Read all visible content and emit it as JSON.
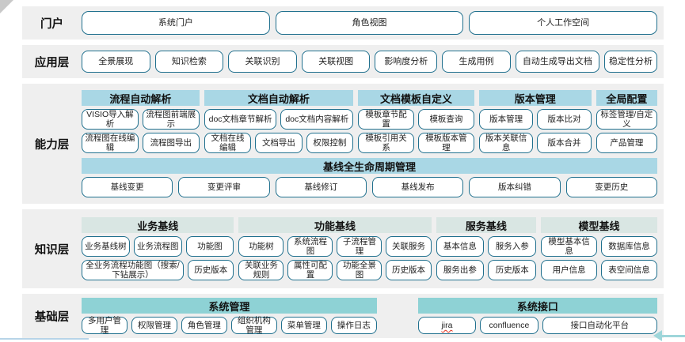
{
  "layers": {
    "portal": {
      "label": "门户",
      "buttons": [
        "系统门户",
        "角色视图",
        "个人工作空间"
      ]
    },
    "application": {
      "label": "应用层",
      "buttons": [
        "全景展现",
        "知识检索",
        "关联识别",
        "关联视图",
        "影响度分析",
        "生成用例",
        "自动生成导出文档",
        "稳定性分析"
      ]
    },
    "capability": {
      "label": "能力层",
      "groups": [
        {
          "title": "流程自动解析",
          "rows": [
            [
              "VISIO导入解析",
              "流程图前端展示"
            ],
            [
              "流程图在线编辑",
              "流程图导出"
            ]
          ]
        },
        {
          "title": "文档自动解析",
          "rows": [
            [
              "doc文档章节解析",
              "doc文档内容解析"
            ],
            [
              "文档在线编辑",
              "文档导出",
              "权限控制"
            ]
          ]
        },
        {
          "title": "文档模板自定义",
          "rows": [
            [
              "模板章节配置",
              "模板查询"
            ],
            [
              "模板引用关系",
              "模板版本管理"
            ]
          ]
        },
        {
          "title": "版本管理",
          "rows": [
            [
              "版本管理",
              "版本比对"
            ],
            [
              "版本关联信息",
              "版本合并"
            ]
          ]
        },
        {
          "title": "全局配置",
          "rows": [
            [
              "标签管理/自定义"
            ],
            [
              "产品管理"
            ]
          ]
        }
      ],
      "baseline": {
        "title": "基线全生命周期管理",
        "buttons": [
          "基线变更",
          "变更评审",
          "基线修订",
          "基线发布",
          "版本纠错",
          "变更历史"
        ]
      }
    },
    "knowledge": {
      "label": "知识层",
      "groups": [
        {
          "title": "业务基线",
          "rows": [
            [
              "业务基线树",
              "业务流程图",
              "功能图"
            ],
            [
              "全业务流程功能图（搜索/下钻展示）",
              "历史版本"
            ]
          ]
        },
        {
          "title": "功能基线",
          "rows": [
            [
              "功能树",
              "系统流程图",
              "子流程管理",
              "关联服务"
            ],
            [
              "关联业务规则",
              "属性可配置",
              "功能全景图",
              "历史版本"
            ]
          ]
        },
        {
          "title": "服务基线",
          "rows": [
            [
              "基本信息",
              "服务入参"
            ],
            [
              "服务出参",
              "历史版本"
            ]
          ]
        },
        {
          "title": "模型基线",
          "rows": [
            [
              "模型基本信息",
              "数据库信息"
            ],
            [
              "用户信息",
              "表空间信息"
            ]
          ]
        }
      ]
    },
    "base": {
      "label": "基础层",
      "groups": [
        {
          "title": "系统管理",
          "rows": [
            [
              "多用户管理",
              "权限管理",
              "角色管理",
              "组织机构管理",
              "菜单管理",
              "操作日志"
            ]
          ]
        },
        {
          "title": "系统接口",
          "rows": [
            [
              "jira",
              "confluence",
              "接口自动化平台"
            ]
          ]
        }
      ]
    }
  },
  "colors": {
    "layer_band": "#efefef",
    "capability_header": "#a9d7e5",
    "knowledge_header": "#d9e6e3",
    "base_header": "#8ed2d5",
    "button_border": "#20708e",
    "arrow_accent": "#9ed6da",
    "spellcheck_underline": "#e0321f"
  }
}
